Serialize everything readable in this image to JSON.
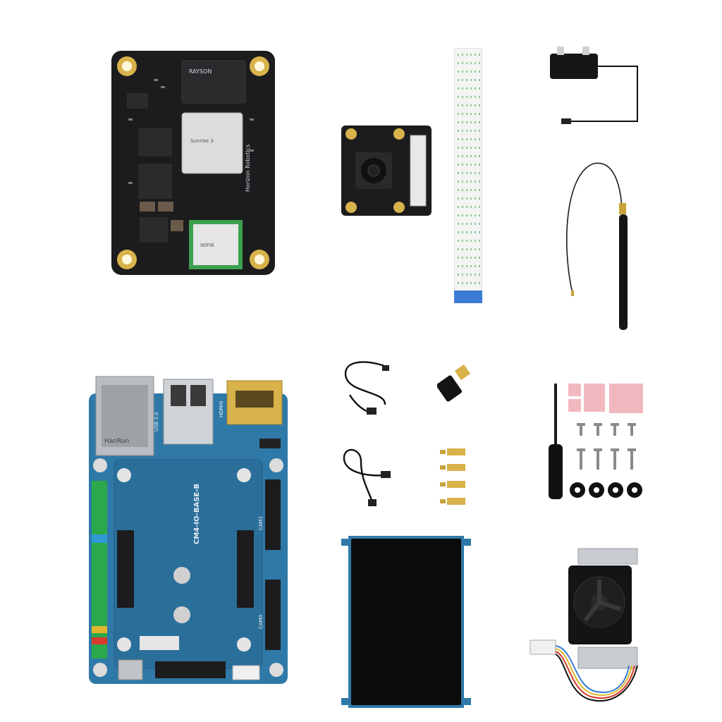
{
  "scene": "product-kit-photo",
  "background": "#ffffff",
  "colors": {
    "pcb_black": "#1c1c1e",
    "pcb_blue": "#2f79a8",
    "pcb_blue_dark": "#245f86",
    "gold": "#d8b24a",
    "cable_blue": "#3a7bd5",
    "thermal_pad": "#f2b8c0"
  },
  "som_board": {
    "label_memory": "RAYSON",
    "label_soc": "Sunrise 3",
    "label_brand": "Horizon Robotics",
    "label_wifi": "WIFI6"
  },
  "camera_module": {},
  "carrier_board": {
    "label_main": "CM4-IO-BASE-B",
    "label_ethernet": "HanRun",
    "label_usb": "USB 2.0",
    "label_hdmi": "HDMI0",
    "label_cam1": "CAM1",
    "label_cam0": "CAM0"
  },
  "accessories": {
    "screw_rows": 2,
    "screws_per_row": 4,
    "standoff_count": 4,
    "washer_count": 4
  }
}
